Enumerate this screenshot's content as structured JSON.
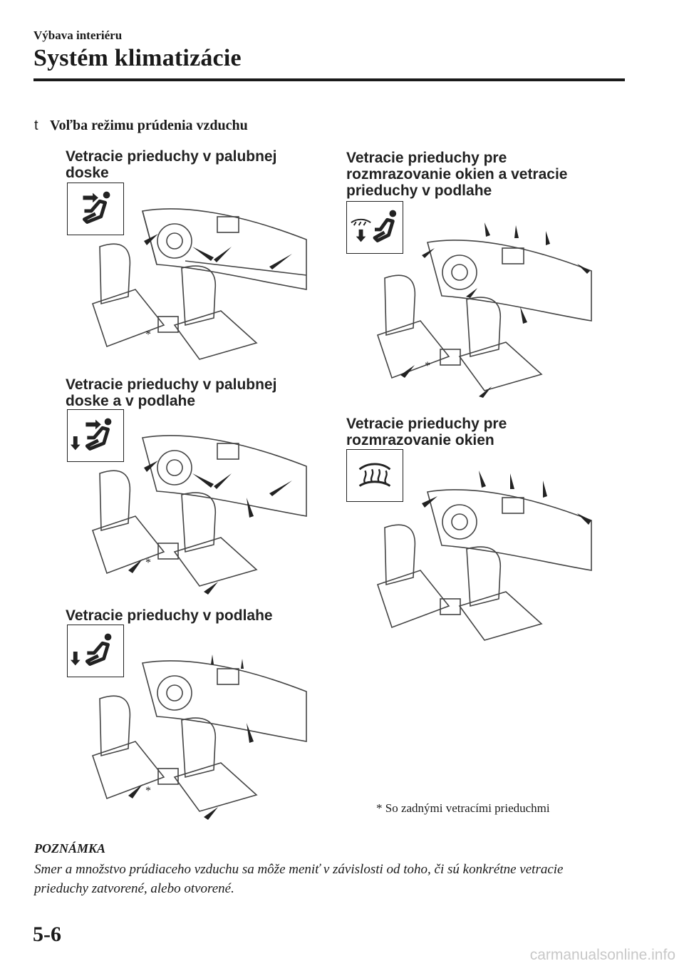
{
  "header": {
    "chapter": "Výbava interiéru",
    "title": "Systém klimatizácie"
  },
  "section": {
    "bullet": "t",
    "title": "Voľba režimu prúdenia vzduchu"
  },
  "modes": [
    {
      "label_lines": [
        "Vetracie prieduchy v palubnej",
        "doske"
      ],
      "icon": "dashboard-vent-icon"
    },
    {
      "label_lines": [
        "Vetracie prieduchy v palubnej",
        "doske a v podlahe"
      ],
      "icon": "bi-level-vent-icon"
    },
    {
      "label_lines": [
        "Vetracie prieduchy v podlahe"
      ],
      "icon": "floor-vent-icon"
    },
    {
      "label_lines": [
        "Vetracie prieduchy pre",
        "rozmrazovanie okien a vetracie",
        "prieduchy v podlahe"
      ],
      "icon": "defrost-floor-vent-icon"
    },
    {
      "label_lines": [
        "Vetracie prieduchy pre",
        "rozmrazovanie okien"
      ],
      "icon": "defrost-vent-icon"
    }
  ],
  "asterisk": "*",
  "footnote": "* So zadnými vetracími prieduchmi",
  "note": {
    "heading": "POZNÁMKA",
    "body": "Smer a množstvo prúdiaceho vzduchu sa môže meniť v závislosti od toho, či sú konkrétne vetracie prieduchy zatvorené, alebo otvorené."
  },
  "page_number": "5-6",
  "watermark": "carmanualsonline.info"
}
